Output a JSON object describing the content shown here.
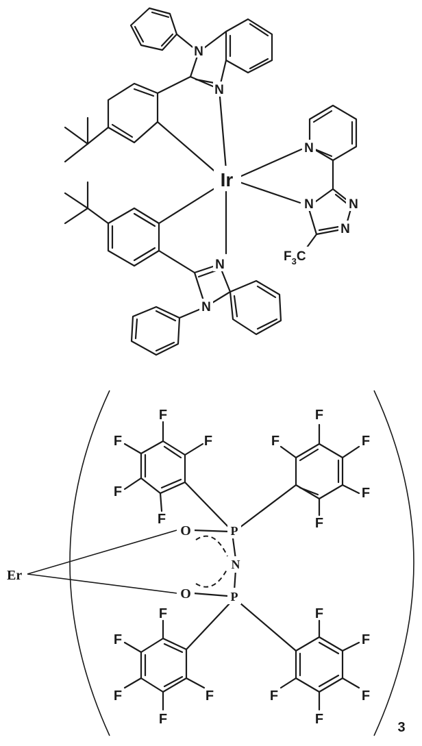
{
  "top_complex": {
    "metal": "Ir",
    "n_phenyl_top": "N",
    "n_imine_top": "N",
    "n_pyridine": "N",
    "n_triazole_ring": "N",
    "n_triazole_a": "N",
    "n_triazole_b": "N",
    "cf3_main": "F",
    "cf3_sub": "3",
    "cf3_tail": "C",
    "n_imine_bottom": "N",
    "n_phenyl_bottom": "N"
  },
  "bottom_complex": {
    "metal": "Er",
    "oxygen_top": "O",
    "oxygen_bottom": "O",
    "phosphorus_top": "P",
    "phosphorus_bottom": "P",
    "nitrogen": "N",
    "fluorine": "F",
    "count": "3"
  }
}
